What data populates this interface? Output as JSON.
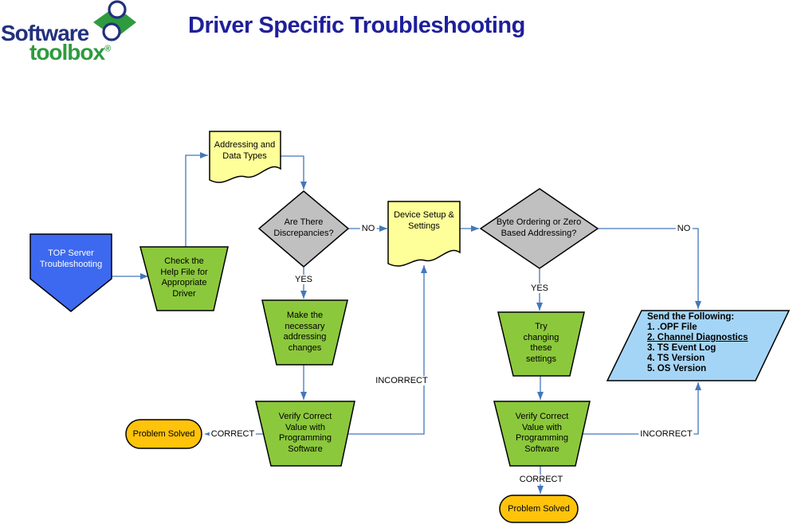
{
  "header": {
    "logo": {
      "word1": "Software",
      "word2": "toolbox",
      "reg_mark": "®"
    },
    "title": "Driver Specific Troubleshooting"
  },
  "colors": {
    "title_navy": "#1F1F9C",
    "logo_navy": "#22307E",
    "logo_green": "#2E9B3F",
    "shape_green": "#8CC83C",
    "shape_blue": "#3C69F0",
    "shape_yellow": "#FFFF99",
    "shape_gray": "#C0C0C0",
    "shape_lightblue": "#A5D5F6",
    "shape_orange": "#FFC30B",
    "line_blue": "#4377BD",
    "circle_white": "#FFFFFF"
  },
  "nodes": {
    "start": {
      "type": "pentagon",
      "lines": [
        "TOP Server",
        "Troubleshooting"
      ]
    },
    "check_help_file": {
      "type": "trapezoid",
      "lines": [
        "Check the",
        "Help File for",
        "Appropriate",
        "Driver"
      ]
    },
    "addressing_doc": {
      "type": "document",
      "lines": [
        "Addressing and",
        "Data Types"
      ]
    },
    "discrepancies_decision": {
      "type": "decision",
      "lines": [
        "Are There",
        "Discrepancies?"
      ]
    },
    "device_setup_doc": {
      "type": "document",
      "lines": [
        "Device Setup &",
        "Settings"
      ]
    },
    "byte_ordering_decision": {
      "type": "decision",
      "lines": [
        "Byte Ordering or Zero",
        "Based Addressing?"
      ]
    },
    "make_changes": {
      "type": "trapezoid",
      "lines": [
        "Make the",
        "necessary",
        "addressing",
        "changes"
      ]
    },
    "verify_value_left": {
      "type": "trapezoid",
      "lines": [
        "Verify Correct",
        "Value with",
        "Programming",
        "Software"
      ]
    },
    "try_settings": {
      "type": "trapezoid",
      "lines": [
        "Try",
        "changing",
        "these",
        "settings"
      ]
    },
    "verify_value_right": {
      "type": "trapezoid",
      "lines": [
        "Verify Correct",
        "Value with",
        "Programming",
        "Software"
      ]
    },
    "send_following": {
      "type": "parallelogram",
      "lines": [
        "Send the Following:",
        "1. .OPF File",
        "2. Channel Diagnostics",
        "3. TS Event Log",
        "4. TS Version",
        "5. OS Version"
      ]
    },
    "problem_solved_left": {
      "type": "terminator",
      "label": "Problem Solved"
    },
    "problem_solved_right": {
      "type": "terminator",
      "label": "Problem Solved"
    }
  },
  "edge_labels": {
    "no_discrepancies": "NO",
    "yes_discrepancies": "YES",
    "no_byte_ordering": "NO",
    "yes_byte_ordering": "YES",
    "correct_left": "CORRECT",
    "incorrect_left": "INCORRECT",
    "correct_right": "CORRECT",
    "incorrect_right": "INCORRECT"
  }
}
